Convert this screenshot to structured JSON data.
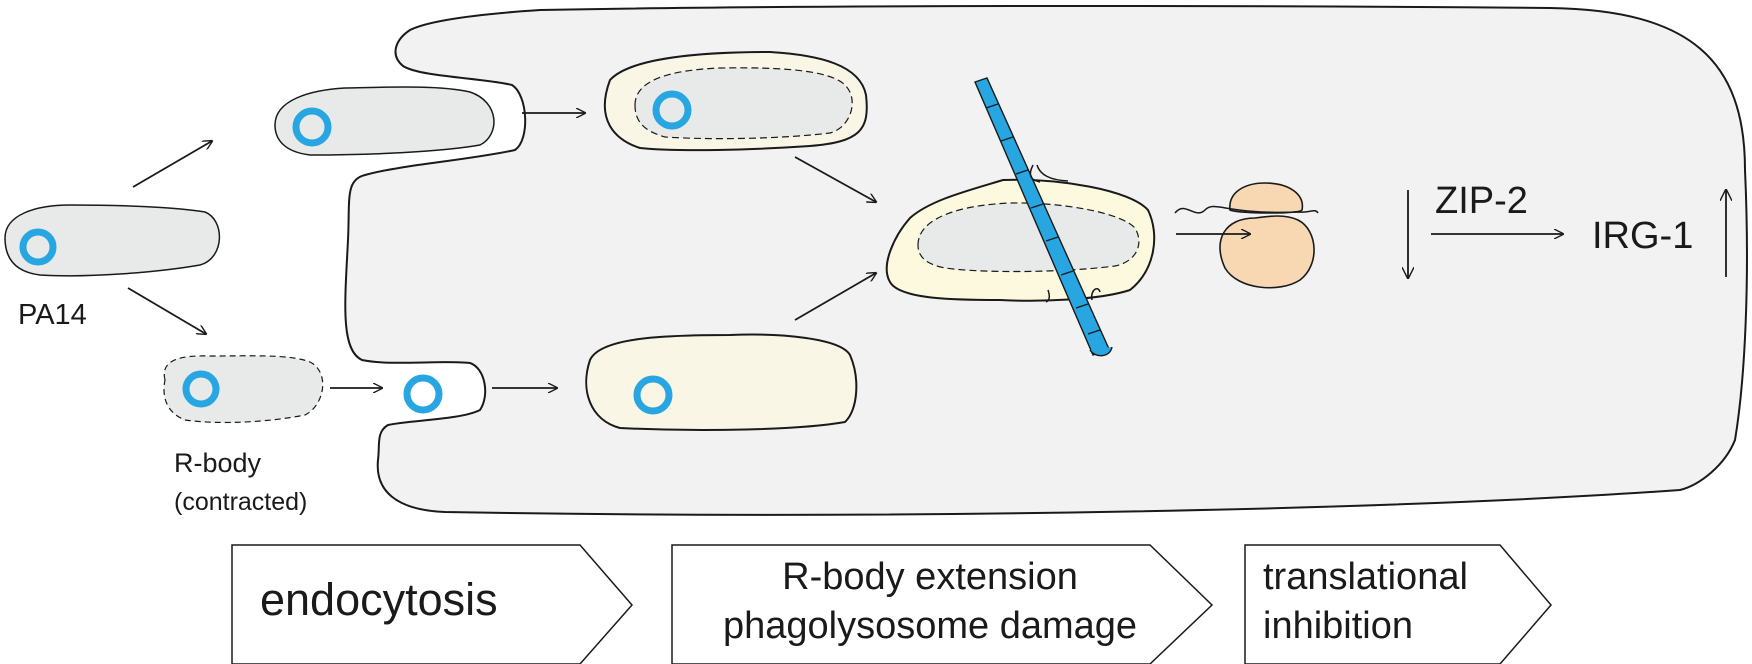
{
  "labels": {
    "pa14": "PA14",
    "rbody": "R-body",
    "rbody_state": "(contracted)",
    "zip2": "ZIP-2",
    "irg1": "IRG-1"
  },
  "steps": [
    {
      "lines": [
        "endocytosis"
      ]
    },
    {
      "lines": [
        "R-body extension",
        "phagolysosome damage"
      ]
    },
    {
      "lines": [
        "translational",
        "inhibition"
      ]
    }
  ],
  "colors": {
    "cell_fill": "#f2f2f2",
    "bacterium_fill": "#e8e9e9",
    "vesicle_fill": "#faf6e6",
    "phagolysosome_fill": "#fdf9de",
    "rbody_ring": "#27a6e1",
    "rbody_rod": "#27a6e1",
    "ribosome": "#f8d7b3",
    "stroke": "#1a1a1a"
  },
  "icons": {
    "rbody_coil": "ring",
    "extended_rbody": "segmented-rod",
    "ribosome": "ribosome",
    "zip2_trend": "arrow-down",
    "irg1_trend": "arrow-up"
  }
}
